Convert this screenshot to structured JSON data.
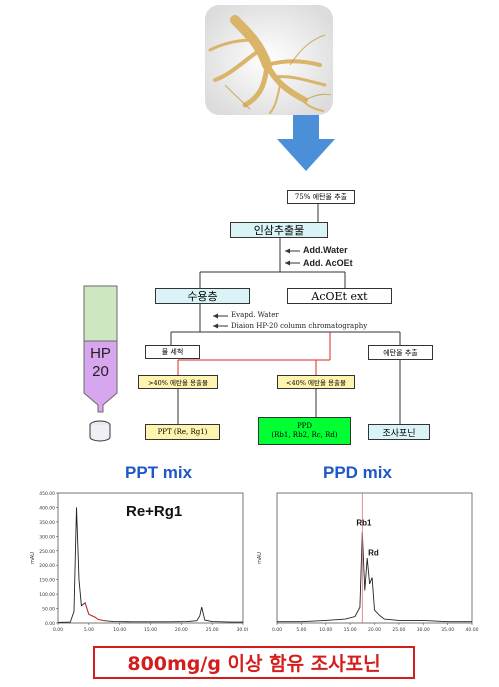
{
  "flow": {
    "step1": "75% 에탄올 추출",
    "step2": "인삼추출물",
    "add_water": "Add.Water",
    "add_acoet": "Add. AcOEt",
    "aqueous": "수용층",
    "acoet_ext": "AcOEt ext",
    "evapd_water": "Evapd. Water",
    "diaion": "Diaion HP-20 column chromatography",
    "water_wash": "물 세척",
    "ethanol_extract": "에탄올 추출",
    "gt40": ">40% 에탄올 용출물",
    "lt40": "<40% 에탄올 용출물",
    "ppt": "PPT (Re, Rg1)",
    "ppd_line1": "PPD",
    "ppd_line2": "(Rb1, Rb2, Rc, Rd)",
    "saponin": "조사포닌"
  },
  "column": {
    "label_top": "HP",
    "label_bottom": "20",
    "top_color": "#cde8c0",
    "bottom_color": "#d7a6ef"
  },
  "charts": {
    "left_title": "PPT mix",
    "right_title": "PPD mix",
    "left_annotation": "Re+Rg1",
    "right_peak1": "Rb1",
    "right_peak2": "Rd"
  },
  "banner": {
    "text": "800mg/g  이상 함유 조사포닌",
    "color": "#d41e1e"
  },
  "colors": {
    "arrow": "#4a8fd8",
    "title_blue": "#1f57c8"
  },
  "chart_data": [
    {
      "type": "line",
      "title": "PPT mix",
      "annotation": "Re+Rg1",
      "ylabel": "mAU",
      "ytick_labels": [
        "0.00",
        "50.00",
        "100.00",
        "150.00",
        "200.00",
        "250.00",
        "300.00",
        "350.00",
        "400.00",
        "450.00"
      ],
      "xtick_labels": [
        "0.00",
        "5.00",
        "10.00",
        "15.00",
        "20.00",
        "25.00",
        "30.00"
      ],
      "xlim": [
        0,
        30
      ],
      "ylim": [
        0,
        450
      ],
      "series": [
        {
          "x": [
            0,
            2,
            2.6,
            3,
            3.4,
            3.8,
            4.4,
            5,
            6,
            6.5,
            7.5,
            9,
            12,
            15,
            18,
            21,
            22.5,
            23,
            23.3,
            23.8,
            25,
            28,
            30
          ],
          "y": [
            2,
            3,
            40,
            400,
            150,
            60,
            70,
            30,
            20,
            12,
            8,
            5,
            4,
            4,
            4,
            5,
            8,
            25,
            55,
            10,
            5,
            3,
            3
          ]
        }
      ]
    },
    {
      "type": "line",
      "title": "PPD mix",
      "ylabel": "mAU",
      "xtick_labels": [
        "0.00",
        "5.00",
        "10.00",
        "15.00",
        "20.00",
        "25.00",
        "30.00",
        "35.00",
        "40.00"
      ],
      "xlim": [
        0,
        40
      ],
      "ylim": [
        0,
        100
      ],
      "series": [
        {
          "x": [
            0,
            5,
            10,
            14,
            16,
            17,
            17.5,
            18,
            18.5,
            19,
            19.5,
            20,
            21,
            22,
            25,
            30,
            35,
            40
          ],
          "y": [
            1,
            1,
            2,
            3,
            5,
            12,
            70,
            25,
            50,
            30,
            35,
            10,
            6,
            3,
            2,
            2,
            1,
            1
          ]
        }
      ]
    }
  ]
}
